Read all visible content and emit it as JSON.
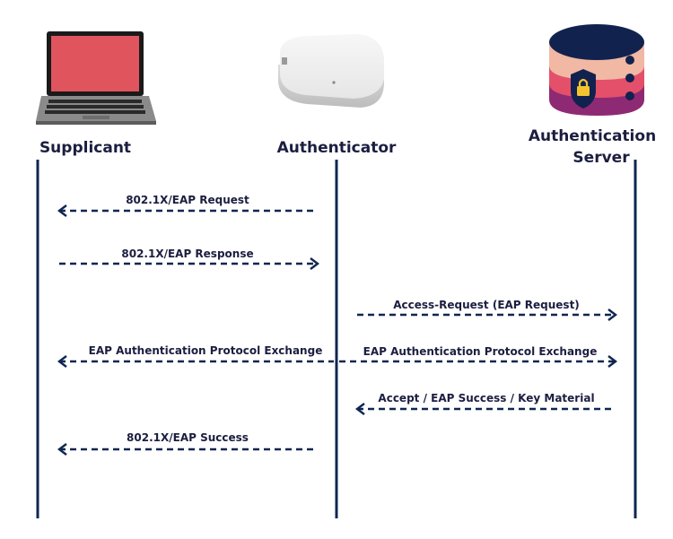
{
  "actors": {
    "supplicant": "Supplicant",
    "authenticator": "Authenticator",
    "server_line1": "Authentication",
    "server_line2": "Server"
  },
  "messages": [
    {
      "label": "802.1X/EAP Request",
      "direction": "left"
    },
    {
      "label": "802.1X/EAP Response",
      "direction": "right"
    },
    {
      "label": "Access-Request (EAP Request)",
      "direction": "right"
    },
    {
      "label": "EAP Authentication Protocol Exchange",
      "direction": "left"
    },
    {
      "label": "EAP Authentication Protocol Exchange",
      "direction": "right"
    },
    {
      "label": "Accept / EAP Success / Key Material",
      "direction": "left"
    },
    {
      "label": "802.1X/EAP  Success",
      "direction": "left"
    }
  ],
  "colors": {
    "line": "#0f2650",
    "text": "#1b1e3f",
    "screen": "#e0545e",
    "db_top": "#12224f",
    "db_band1": "#f1b8a4",
    "db_band2": "#e4506a",
    "db_band3": "#8e2a74"
  },
  "icons": {
    "supplicant": "laptop-icon",
    "authenticator": "access-point-icon",
    "server": "database-lock-icon"
  }
}
